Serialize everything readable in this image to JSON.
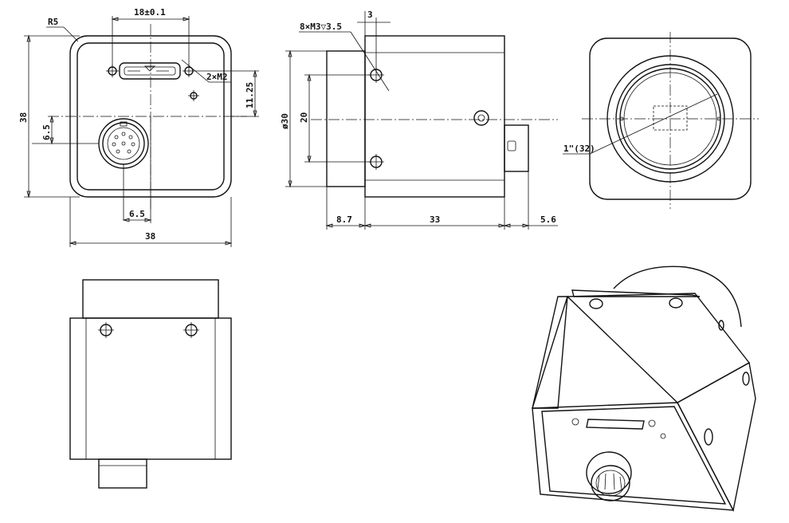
{
  "dimensions": {
    "front_width": "38",
    "front_height": "38",
    "corner_radius": "R5",
    "hole_spacing": "18±0.1",
    "mount_holes": "2×M2",
    "hole_offset": "11.25",
    "connector_v_offset": "6.5",
    "connector_h_offset": "6.5",
    "top_holes": "8×M3▽3.5",
    "hole_edge": "3",
    "body_diameter": "ø30",
    "hole_pitch": "20",
    "flange_length": "8.7",
    "body_length": "33",
    "connector_length": "5.6",
    "sensor_format": "1\"(32)"
  }
}
